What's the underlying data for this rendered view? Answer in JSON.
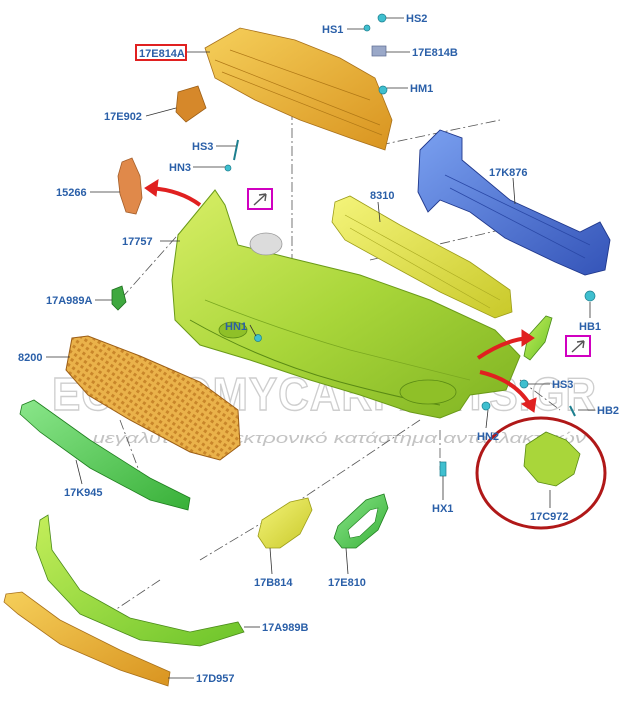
{
  "labels": {
    "l_17E814A": "17E814A",
    "l_HS1": "HS1",
    "l_HS2": "HS2",
    "l_17E814B": "17E814B",
    "l_HM1": "HM1",
    "l_17E902": "17E902",
    "l_HS3_top": "HS3",
    "l_HN3": "HN3",
    "l_15266": "15266",
    "l_17757": "17757",
    "l_8310": "8310",
    "l_17K876": "17K876",
    "l_17A989A": "17A989A",
    "l_HB1": "HB1",
    "l_HN1": "HN1",
    "l_8200": "8200",
    "l_HS3_right": "HS3",
    "l_HB2": "HB2",
    "l_HN2": "HN2",
    "l_17K945": "17K945",
    "l_HX1": "HX1",
    "l_17C972": "17C972",
    "l_17B814": "17B814",
    "l_17E810": "17E810",
    "l_17A989B": "17A989B",
    "l_17D957": "17D957"
  },
  "watermark": {
    "brand": "ECONOMYCARPARTS.GR",
    "tagline": "το μεγαλύτερο ηλεκτρονικό κατάστημα ανταλλακτικών"
  },
  "colors": {
    "label_blue": "#2a5fa8",
    "highlight_red": "#e02020",
    "callout_magenta": "#d000c0",
    "circle_dark_red": "#b01818",
    "bumper_green": "#a9d63a",
    "beam_blue": "#4a74d8",
    "absorber_yellow": "#e6e63a",
    "upper_orange": "#e0a52a",
    "grille_orange": "#e8a830",
    "strip_green": "#5ed05e",
    "lower_orange": "#e6a535"
  }
}
